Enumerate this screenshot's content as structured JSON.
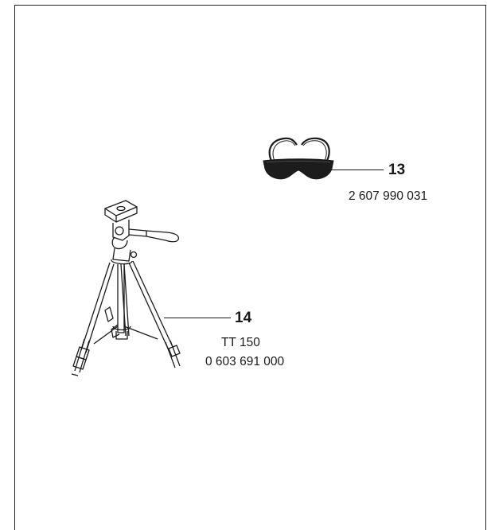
{
  "items": [
    {
      "number": "13",
      "part_no": "2 607 990 031",
      "icon": "safety-glasses-icon"
    },
    {
      "number": "14",
      "model": "TT 150",
      "part_no": "0 603 691 000",
      "icon": "tripod-icon"
    }
  ],
  "colors": {
    "line": "#1a1a1a",
    "lens": "#1c1c1c",
    "background": "#ffffff"
  }
}
